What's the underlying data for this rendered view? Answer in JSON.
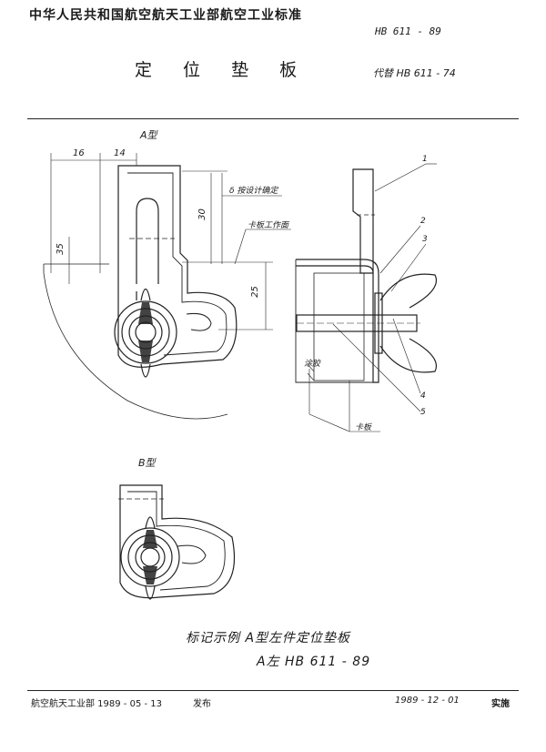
{
  "header": {
    "organization": "中华人民共和国航空航天工业部航空工业标准",
    "standard_code": "HB 611 - 89",
    "title": "定 位 垫 板",
    "replaces": "代替 HB 611 - 74"
  },
  "drawing": {
    "type_a_label": "A型",
    "type_b_label": "B型",
    "dimensions": {
      "d16": "16",
      "d14": "14",
      "d30": "30",
      "d35": "35",
      "d25": "25"
    },
    "notes": {
      "delta": "δ 按设计确定",
      "clamp_face": "卡板工作面",
      "glue": "涂胶",
      "clamp_plate": "卡板"
    },
    "part_numbers": [
      "1",
      "2",
      "3",
      "4",
      "5"
    ]
  },
  "marking": {
    "line1": "标记示例   A型左件定位垫板",
    "line2": "A左   HB 611 - 89"
  },
  "footer": {
    "issuer": "航空航天工业部 1989 - 05 - 13",
    "issued": "发布",
    "effective_date": "1989 - 12 - 01",
    "effective": "实施"
  }
}
